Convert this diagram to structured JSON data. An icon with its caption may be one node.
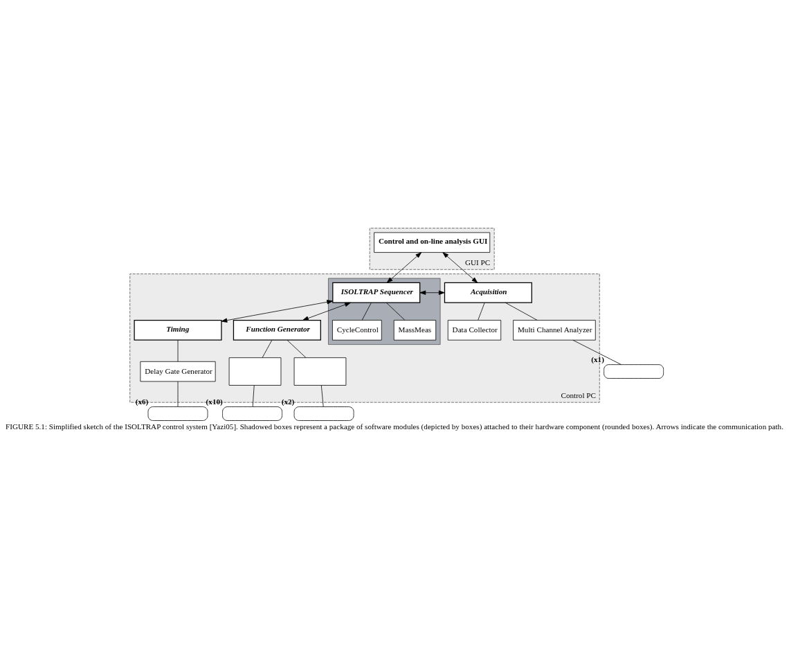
{
  "diagram": {
    "caption": "FIGURE 5.1: Simplified sketch of the ISOLTRAP control system [Yazi05]. Shadowed boxes represent a package of software modules (depicted by boxes) attached to their hardware component (rounded boxes). Arrows indicate the communication path.",
    "nodes": [
      {
        "text": [
          "GUI PC"
        ]
      },
      {
        "text": [
          "Control and on-line analysis GUI"
        ],
        "in": 0
      },
      {
        "text": [
          "Control PC"
        ]
      },
      {
        "text": [],
        "shape": "box",
        "in": 2
      },
      {
        "text": [
          "ISOLTRAP Sequencer"
        ],
        "in": 3
      },
      {
        "text": [
          "CycleControl"
        ],
        "in": 3
      },
      {
        "text": [
          "MassMeas"
        ],
        "in": 3
      },
      {
        "text": [
          "Acquisition"
        ],
        "in": 2
      },
      {
        "text": [
          "Data Collector"
        ],
        "in": 2
      },
      {
        "text": [
          "Multi Channel Analyzer"
        ],
        "in": 2
      },
      {
        "text": [
          "Timing"
        ],
        "in": 2
      },
      {
        "text": [
          "Delay Gate Generator"
        ],
        "in": 2
      },
      {
        "text": [
          "Function Generator"
        ],
        "in": 2
      },
      {
        "text": [],
        "shape": "box",
        "in": 2
      },
      {
        "text": [],
        "shape": "box",
        "in": 2
      },
      {
        "text": [],
        "shape": "rounded",
        "beside": [
          "(x6)"
        ]
      },
      {
        "text": [],
        "shape": "rounded",
        "beside": [
          "(x10)"
        ]
      },
      {
        "text": [],
        "shape": "rounded",
        "beside": [
          "(x2)"
        ]
      },
      {
        "text": [],
        "shape": "rounded",
        "beside": [
          "(x1)"
        ]
      }
    ],
    "edges": [
      {
        "from": 1,
        "to": 4,
        "arrow": "both"
      },
      {
        "from": 1,
        "to": 7,
        "arrow": "both"
      },
      {
        "from": 4,
        "to": 7,
        "arrow": "both"
      },
      {
        "from": 4,
        "to": 10,
        "arrow": "both"
      },
      {
        "from": 4,
        "to": 12,
        "arrow": "both"
      },
      {
        "from": 4,
        "to": 5,
        "arrow": "none"
      },
      {
        "from": 4,
        "to": 6,
        "arrow": "none"
      },
      {
        "from": 7,
        "to": 8,
        "arrow": "none"
      },
      {
        "from": 7,
        "to": 9,
        "arrow": "none"
      },
      {
        "from": 10,
        "to": 11,
        "arrow": "none"
      },
      {
        "from": 12,
        "to": 13,
        "arrow": "none"
      },
      {
        "from": 12,
        "to": 14,
        "arrow": "none"
      },
      {
        "from": 11,
        "to": 15,
        "arrow": "none"
      },
      {
        "from": 13,
        "to": 16,
        "arrow": "none"
      },
      {
        "from": 14,
        "to": 17,
        "arrow": "none"
      },
      {
        "from": 9,
        "to": 18,
        "arrow": "none"
      }
    ]
  }
}
